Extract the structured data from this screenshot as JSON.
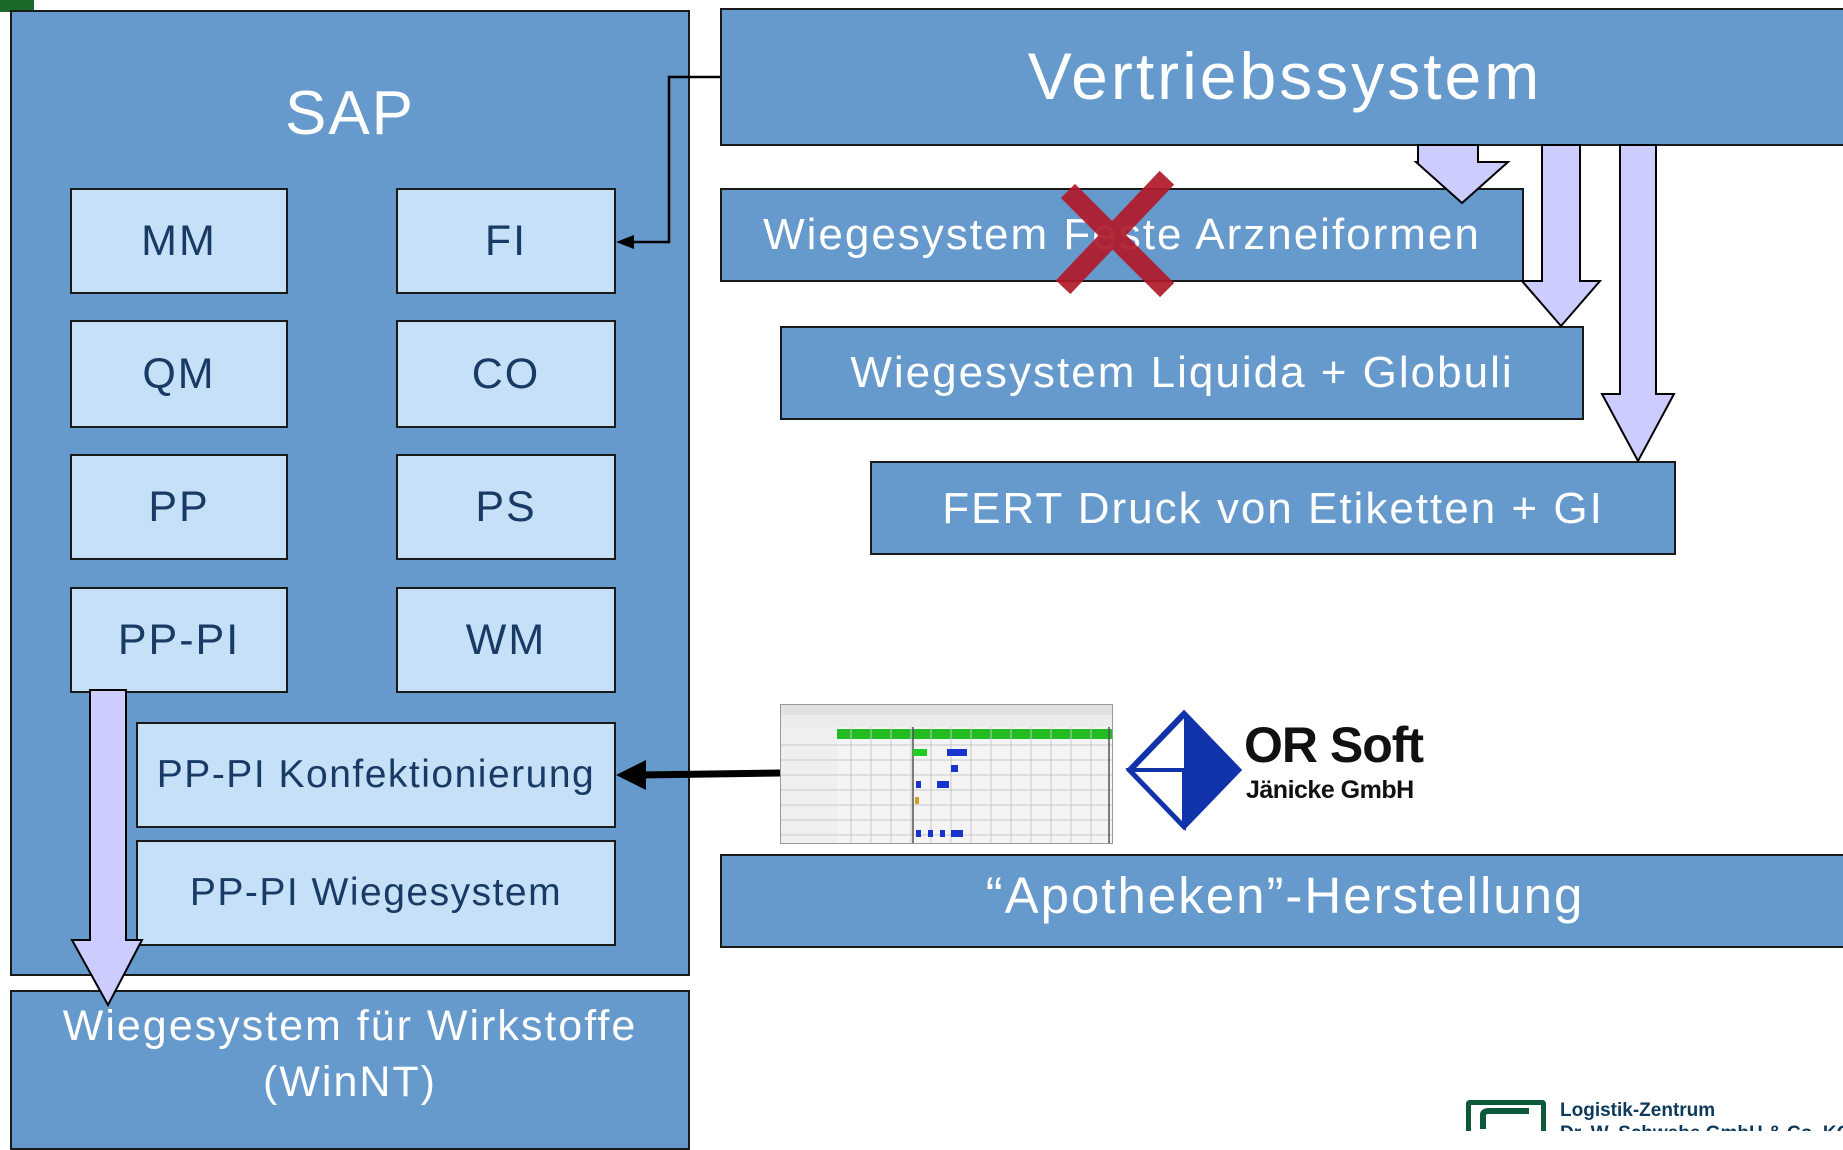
{
  "sap": {
    "title": "SAP",
    "modules": [
      "MM",
      "FI",
      "QM",
      "CO",
      "PP",
      "PS",
      "PP-PI",
      "WM"
    ],
    "sub_modules": [
      "PP-PI Konfektionierung",
      "PP-PI Wiegesystem"
    ]
  },
  "winnt": {
    "line1": "Wiegesystem für Wirkstoffe",
    "line2": "(WinNT)"
  },
  "vertrieb": {
    "title": "Vertriebssystem"
  },
  "systems": {
    "feste": "Wiegesystem Feste Arzneiformen",
    "liquida": "Wiegesystem Liquida + Globuli",
    "fert": "FERT Druck von Etiketten + GI"
  },
  "orsoft": {
    "name": "OR Soft",
    "company": "Jänicke GmbH"
  },
  "apotheken": {
    "title": "“Apotheken”-Herstellung"
  },
  "footer_logo": {
    "line1": "Logistik-Zentrum",
    "line2": "Dr. W. Schwabe GmbH & Co. KG"
  },
  "colors": {
    "box_blue": "#6699cc",
    "module_light": "#c6e0f7",
    "arrow_lavender": "#ccccff",
    "cross_red": "#b01a2a"
  }
}
